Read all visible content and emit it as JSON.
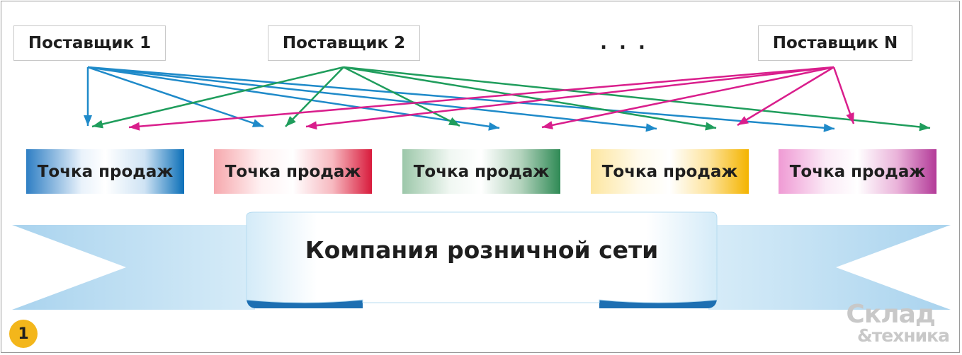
{
  "suppliers": [
    {
      "label": "Поставщик 1",
      "color": "#1f8ac9"
    },
    {
      "label": "Поставщик 2",
      "color": "#1f9d5c"
    },
    {
      "label": "Поставщик N",
      "color": "#d91e8c"
    }
  ],
  "ellipsis": ". . .",
  "sales_points": [
    {
      "label": "Точка продаж",
      "color": "#0b6fb8"
    },
    {
      "label": "Точка продаж",
      "color": "#d81b3c"
    },
    {
      "label": "Точка продаж",
      "color": "#2f8a55"
    },
    {
      "label": "Точка продаж",
      "color": "#f4b400"
    },
    {
      "label": "Точка продаж",
      "color": "#b33a98"
    }
  ],
  "company": {
    "label": "Компания розничной сети",
    "ribbon_color": "#bfe0f3"
  },
  "figure_number": "1",
  "logo": {
    "line1": "Склад",
    "line2": "&техника"
  }
}
